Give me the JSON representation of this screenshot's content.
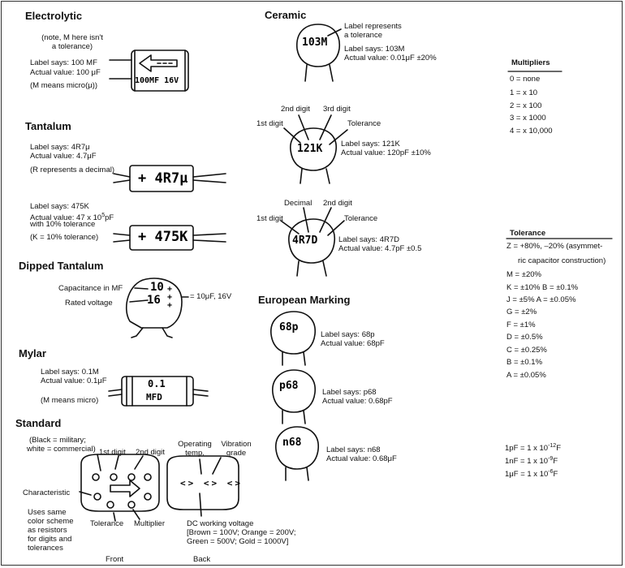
{
  "electrolytic": {
    "heading": "Electrolytic",
    "note1": "(note, M here isn't",
    "note2": "a tolerance)",
    "label_says": "Label says: 100 MF",
    "actual": "Actual value: 100 μF",
    "meaning": "(M means micro(μ))",
    "body_text": "100MF 16V"
  },
  "tantalum": {
    "heading": "Tantalum",
    "a_label": "Label says: 4R7μ",
    "a_actual": "Actual value: 4.7μF",
    "a_note": "(R represents a decimal)",
    "a_body": "+ 4R7μ",
    "b_label": "Label says: 475K",
    "b_actual_pre": "Actual value: 47 x 10",
    "b_actual_exp": "5",
    "b_actual_post": "pF",
    "b_with": "with 10% tolerance",
    "b_note": "(K = 10% tolerance)",
    "b_body": "+ 475K"
  },
  "dipped": {
    "heading": "Dipped Tantalum",
    "cap_label": "Capacitance in MF",
    "volt_label": "Rated voltage",
    "top_num": "10",
    "bot_num": "16",
    "result": "= 10μF, 16V"
  },
  "mylar": {
    "heading": "Mylar",
    "label_says": "Label says: 0.1M",
    "actual": "Actual value: 0.1μF",
    "note": "(M means micro)",
    "body_top": "0.1",
    "body_bot": "MFD"
  },
  "standard": {
    "heading": "Standard",
    "black_note1": "(Black = military;",
    "black_note2": "white = commercial)",
    "first_digit": "1st digit",
    "second_digit": "2nd digit",
    "characteristic": "Characteristic",
    "uses1": "Uses same",
    "uses2": "color scheme",
    "uses3": "as resistors",
    "uses4": "for digits and",
    "uses5": "tolerances",
    "tolerance": "Tolerance",
    "multiplier": "Multiplier",
    "operating1": "Operating",
    "operating2": "temp.",
    "vibration1": "Vibration",
    "vibration2": "grade",
    "dc1": "DC working voltage",
    "dc2": "[Brown = 100V; Orange = 200V;",
    "dc3": "Green = 500V; Gold = 1000V]",
    "front": "Front",
    "back": "Back"
  },
  "ceramic": {
    "heading": "Ceramic",
    "rep1": "Label represents",
    "rep2": "a tolerance",
    "a_body": "103M",
    "a_label": "Label says: 103M",
    "a_actual": "Actual value: 0.01μF ±20%",
    "second_digit": "2nd digit",
    "third_digit": "3rd digit",
    "first_digit": "1st digit",
    "tolerance": "Tolerance",
    "b_body": "121K",
    "b_label": "Label says: 121K",
    "b_actual": "Actual value: 120pF ±10%",
    "decimal": "Decimal",
    "c_second_digit": "2nd digit",
    "c_first_digit": "1st digit",
    "c_tolerance": "Tolerance",
    "c_body": "4R7D",
    "c_label": "Label says: 4R7D",
    "c_actual": "Actual value: 4.7pF ±0.5"
  },
  "european": {
    "heading": "European Marking",
    "a_body": "68p",
    "a_label": "Label says: 68p",
    "a_actual": "Actual value: 68pF",
    "b_body": "p68",
    "b_label": "Label says: p68",
    "b_actual": "Actual value: 0.68pF",
    "c_body": "n68",
    "c_label": "Label says: n68",
    "c_actual": "Actual value: 0.68μF"
  },
  "multipliers": {
    "heading": "Multipliers",
    "rows": [
      "0 = none",
      "1 = x 10",
      "2 = x 100",
      "3 = x 1000",
      "4 = x 10,000"
    ]
  },
  "tolerance": {
    "heading": "Tolerance",
    "rows": [
      "Z = +80%, –20% (asymmet-",
      "ric capacitor construction)",
      "M = ±20%",
      "K = ±10% B = ±0.1%",
      "J = ±5% A = ±0.05%",
      "G = ±2%",
      "F = ±1%",
      "D = ±0.5%",
      "C = ±0.25%",
      "B = ±0.1%",
      "A = ±0.05%"
    ]
  },
  "units": {
    "rows": [
      {
        "pre": "1pF = 1 x 10",
        "exp": "-12",
        "post": "F"
      },
      {
        "pre": "1nF = 1 x 10",
        "exp": "-9",
        "post": "F"
      },
      {
        "pre": "1μF = 1 x 10",
        "exp": "-6",
        "post": "F"
      }
    ]
  }
}
